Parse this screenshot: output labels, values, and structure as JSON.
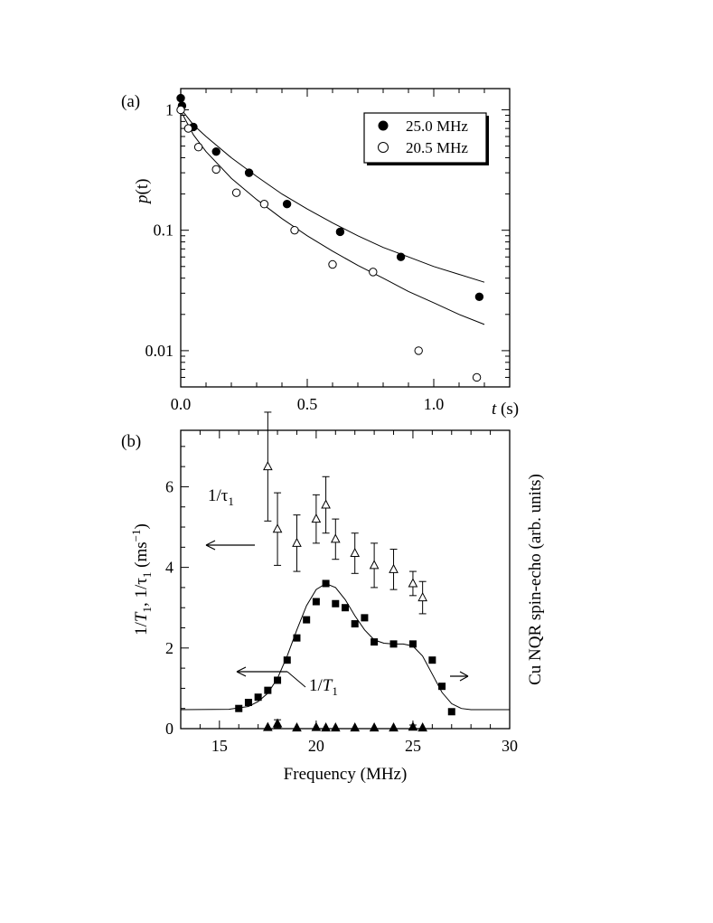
{
  "chart_data": [
    {
      "type": "scatter",
      "panel_label": "(a)",
      "ylabel": {
        "italic": "p",
        "rest": "(t)"
      },
      "xlabel": {
        "italic": "t",
        "rest": " (s)"
      },
      "yscale": "log",
      "ylim": [
        0.005,
        1.5
      ],
      "xlim": [
        0.0,
        1.3
      ],
      "x_ticks": [
        "0.0",
        "0.5",
        "1.0"
      ],
      "x_tick_values": [
        0.0,
        0.5,
        1.0
      ],
      "y_ticks": [
        "1",
        "0.1",
        "0.01"
      ],
      "y_tick_values": [
        1,
        0.1,
        0.01
      ],
      "legend_position": "top-right",
      "series": [
        {
          "name": "25.0 MHz",
          "marker": "filled-circle",
          "x": [
            0.0,
            0.005,
            0.05,
            0.14,
            0.27,
            0.42,
            0.63,
            0.87,
            1.18
          ],
          "y": [
            1.25,
            1.08,
            0.72,
            0.45,
            0.3,
            0.165,
            0.097,
            0.06,
            0.028
          ]
        },
        {
          "name": "20.5 MHz",
          "marker": "open-circle",
          "x": [
            0.0,
            0.03,
            0.07,
            0.14,
            0.22,
            0.33,
            0.45,
            0.6,
            0.76,
            0.94,
            1.17
          ],
          "y": [
            1.0,
            0.7,
            0.49,
            0.32,
            0.205,
            0.165,
            0.1,
            0.052,
            0.045,
            0.01,
            0.006
          ]
        }
      ],
      "fit_curves": [
        {
          "for": "25.0 MHz",
          "x": [
            0.0,
            0.05,
            0.1,
            0.2,
            0.3,
            0.4,
            0.5,
            0.6,
            0.7,
            0.8,
            0.9,
            1.0,
            1.1,
            1.2
          ],
          "y": [
            1.02,
            0.75,
            0.6,
            0.4,
            0.28,
            0.2,
            0.15,
            0.115,
            0.09,
            0.072,
            0.06,
            0.05,
            0.043,
            0.037
          ]
        },
        {
          "for": "20.5 MHz",
          "x": [
            0.0,
            0.05,
            0.1,
            0.2,
            0.3,
            0.4,
            0.5,
            0.6,
            0.7,
            0.8,
            0.9,
            1.0,
            1.1,
            1.2
          ],
          "y": [
            0.98,
            0.62,
            0.45,
            0.27,
            0.18,
            0.125,
            0.09,
            0.067,
            0.051,
            0.04,
            0.031,
            0.025,
            0.02,
            0.0165
          ]
        }
      ]
    },
    {
      "type": "scatter",
      "panel_label": "(b)",
      "xlabel": "Frequency (MHz)",
      "ylabel_left": {
        "parts": [
          "1/",
          "T",
          "1",
          ", 1/τ",
          "1",
          " (ms",
          "−1",
          ")"
        ]
      },
      "ylabel_right": "Cu NQR spin-echo (arb. units)",
      "xlim": [
        13,
        30
      ],
      "ylim": [
        0,
        7.4
      ],
      "x_ticks": [
        "15",
        "20",
        "25",
        "30"
      ],
      "x_tick_values": [
        15,
        20,
        25,
        30
      ],
      "y_ticks": [
        "0",
        "2",
        "4",
        "6"
      ],
      "y_tick_values": [
        0,
        2,
        4,
        6
      ],
      "annotations": {
        "tau": {
          "text": "1/τ",
          "sub": "1"
        },
        "T1": {
          "text": "1/",
          "italic": "T",
          "sub": "1"
        }
      },
      "series": [
        {
          "name": "1/τ1",
          "marker": "open-triangle",
          "x": [
            17.5,
            18.0,
            19.0,
            20.0,
            20.5,
            21.0,
            22.0,
            23.0,
            24.0,
            25.0,
            25.5
          ],
          "y": [
            6.5,
            4.95,
            4.6,
            5.2,
            5.55,
            4.7,
            4.35,
            4.05,
            3.95,
            3.6,
            3.25
          ],
          "err": [
            1.35,
            0.9,
            0.7,
            0.6,
            0.7,
            0.5,
            0.5,
            0.55,
            0.5,
            0.3,
            0.4
          ]
        },
        {
          "name": "spin-echo",
          "marker": "filled-square",
          "x": [
            16.0,
            16.5,
            17.0,
            17.5,
            18.0,
            18.5,
            19.0,
            19.5,
            20.0,
            20.5,
            21.0,
            21.5,
            22.0,
            22.5,
            23.0,
            24.0,
            25.0,
            26.0,
            26.5,
            27.0
          ],
          "y": [
            0.5,
            0.65,
            0.78,
            0.95,
            1.2,
            1.7,
            2.25,
            2.7,
            3.15,
            3.6,
            3.1,
            3.0,
            2.6,
            2.75,
            2.15,
            2.1,
            2.1,
            1.7,
            1.05,
            0.42
          ]
        },
        {
          "name": "1/T1",
          "marker": "filled-triangle",
          "x": [
            17.5,
            18.0,
            19.0,
            20.0,
            20.5,
            21.0,
            22.0,
            23.0,
            24.0,
            25.0,
            25.5
          ],
          "y": [
            0.03,
            0.12,
            0.02,
            0.03,
            0.02,
            0.02,
            0.02,
            0.02,
            0.02,
            0.04,
            0.02
          ],
          "err": [
            0.0,
            0.1,
            0.0,
            0.0,
            0.0,
            0.0,
            0.0,
            0.0,
            0.0,
            0.05,
            0.0
          ]
        }
      ],
      "fit_curves": [
        {
          "for": "spin-echo",
          "x": [
            13,
            15.5,
            16.5,
            17.0,
            17.5,
            18.0,
            18.5,
            19.0,
            19.5,
            20.0,
            20.5,
            21.0,
            21.5,
            22.0,
            22.5,
            23.0,
            23.5,
            24.0,
            24.5,
            25.0,
            25.5,
            26.0,
            26.5,
            27.0,
            27.5,
            28.0,
            30
          ],
          "y": [
            0.47,
            0.48,
            0.55,
            0.67,
            0.88,
            1.25,
            1.8,
            2.45,
            3.05,
            3.45,
            3.6,
            3.5,
            3.2,
            2.8,
            2.45,
            2.2,
            2.12,
            2.1,
            2.1,
            2.05,
            1.8,
            1.35,
            0.9,
            0.62,
            0.5,
            0.47,
            0.47
          ]
        }
      ],
      "arrows": [
        {
          "direction": "left",
          "near": "1/τ1"
        },
        {
          "direction": "left",
          "near": "1/T1"
        },
        {
          "direction": "right",
          "near": "spin-echo"
        }
      ]
    }
  ]
}
